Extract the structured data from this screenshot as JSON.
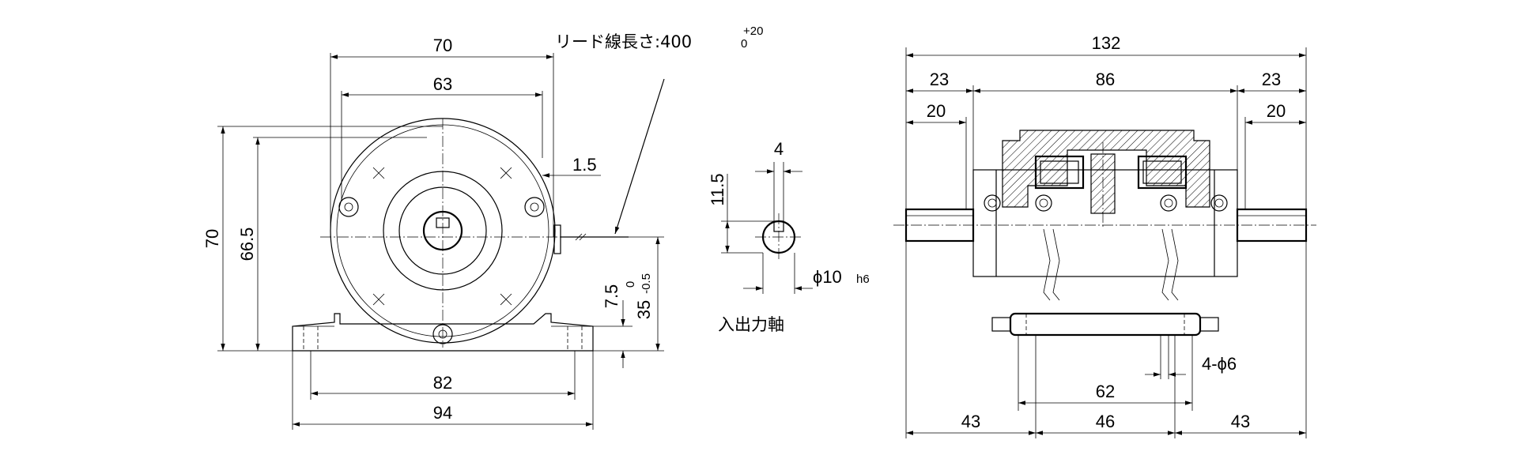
{
  "front_view": {
    "width_overall": "70",
    "width_bolt_circle": "63",
    "offset": "1.5",
    "height_overall": "70",
    "height_body": "66.5",
    "base_height": "7.5",
    "center_height": "35",
    "center_height_tol_upper": "0",
    "center_height_tol_lower": "-0.5",
    "base_hole_pitch": "82",
    "base_width": "94",
    "lead_wire_label": "リード線長さ:400",
    "lead_wire_tol_upper": "+20",
    "lead_wire_tol_lower": "0"
  },
  "shaft_view": {
    "key_width": "4",
    "key_height": "11.5",
    "shaft_diameter": "ϕ10",
    "shaft_fit": "h6",
    "caption": "入出力軸"
  },
  "side_view": {
    "length_overall": "132",
    "shaft_left": "23",
    "body": "86",
    "shaft_right": "23",
    "shaft_left_inner": "20",
    "shaft_right_inner": "20",
    "base_hole_pitch": "62",
    "hole_spec": "4-ϕ6",
    "bottom_left": "43",
    "bottom_mid": "46",
    "bottom_right": "43"
  }
}
